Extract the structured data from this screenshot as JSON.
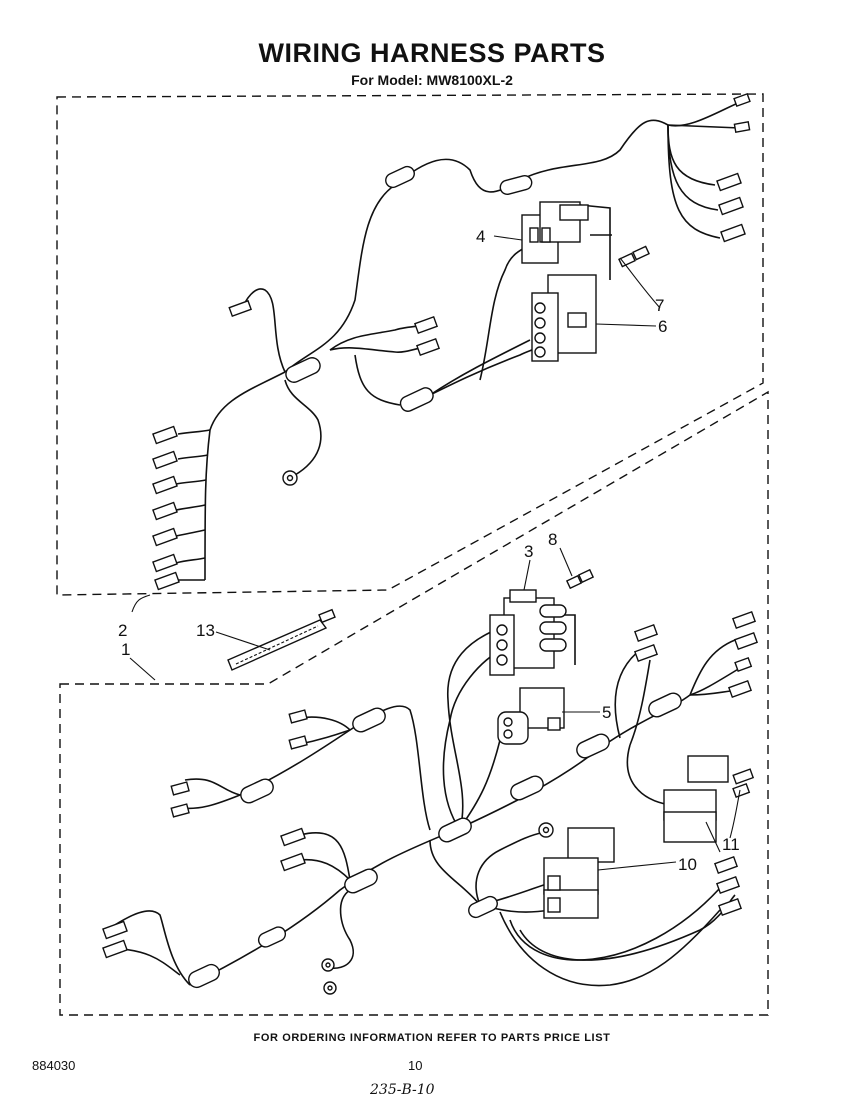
{
  "header": {
    "title": "WIRING HARNESS PARTS",
    "subtitle": "For Model: MW8100XL-2"
  },
  "callouts": {
    "c1": "1",
    "c2": "2",
    "c3": "3",
    "c4": "4",
    "c5": "5",
    "c6": "6",
    "c7": "7",
    "c8": "8",
    "c10": "10",
    "c11": "11",
    "c13": "13"
  },
  "footer": {
    "ordering_note": "FOR ORDERING INFORMATION REFER TO PARTS PRICE LIST",
    "document_number": "884030",
    "page_number": "10",
    "handwritten_note": "235-B-10"
  }
}
